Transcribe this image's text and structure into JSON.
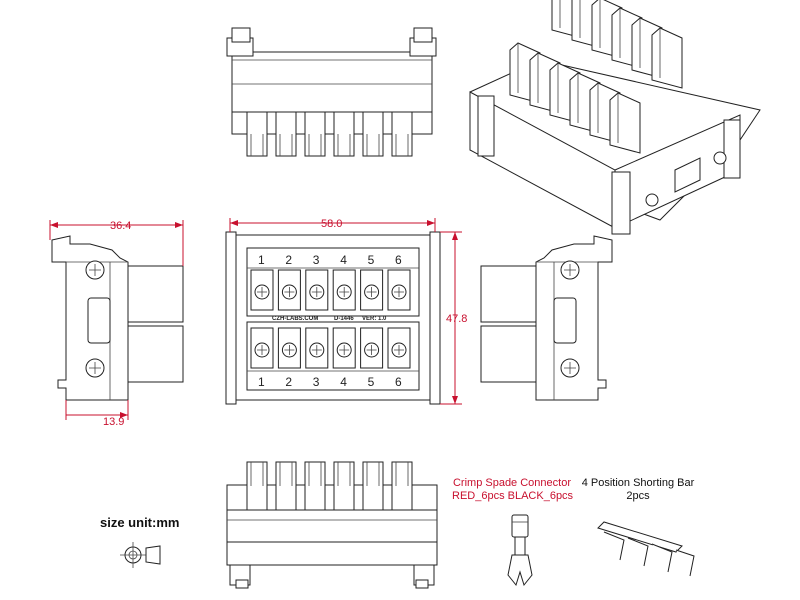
{
  "dimensions": {
    "side_depth": "36.4",
    "side_base": "13.9",
    "width": "58.0",
    "height": "47.8"
  },
  "terminal_numbers": [
    "1",
    "2",
    "3",
    "4",
    "5",
    "6"
  ],
  "board_text": {
    "brand": "CZH-LABS.COM",
    "model": "D-1446",
    "version": "VER: 1.0"
  },
  "size_unit_label": "size unit:mm",
  "accessories": {
    "crimp": {
      "title": "Crimp Spade Connector",
      "detail": "RED_6pcs BLACK_6pcs"
    },
    "shorting_bar": {
      "title": "4 Position Shorting Bar",
      "detail": "2pcs"
    }
  },
  "colors": {
    "dimension": "#c8102e",
    "outline": "#222222"
  }
}
